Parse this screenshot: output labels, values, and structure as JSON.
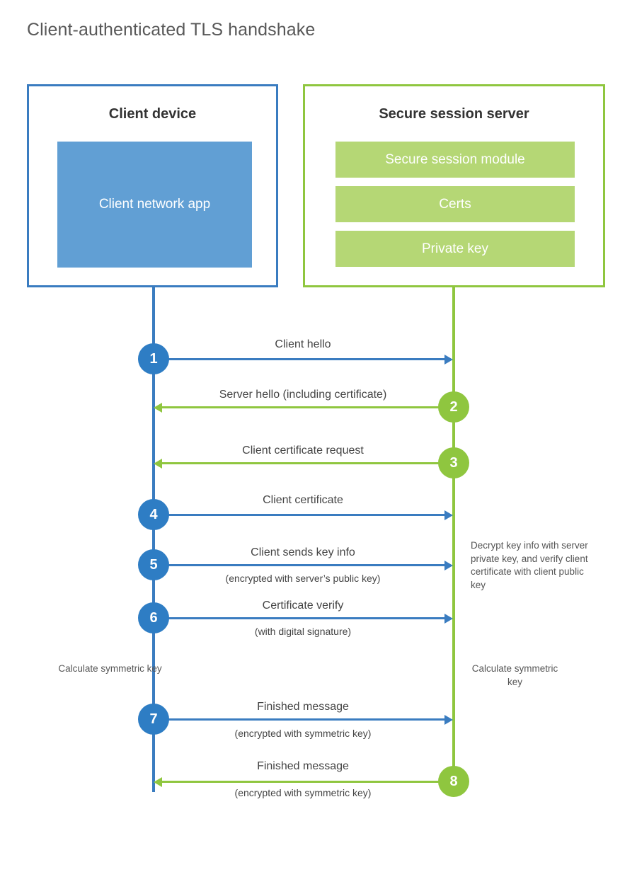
{
  "title": "Client-authenticated TLS handshake",
  "colors": {
    "client_blue": "#3a7cc0",
    "client_app_blue": "#619fd4",
    "step_blue": "#2e7dc4",
    "server_green": "#8fc63f",
    "server_module_green": "#b5d775",
    "text_dark": "#333333",
    "text_body": "#444444",
    "title_grey": "#585858"
  },
  "actors": {
    "client": {
      "title": "Client device",
      "inner_box_label": "Client network app"
    },
    "server": {
      "title": "Secure session server",
      "modules": [
        {
          "label": "Secure session module"
        },
        {
          "label": "Certs"
        },
        {
          "label": "Private key"
        }
      ]
    }
  },
  "steps": [
    {
      "number": "1",
      "label": "Client hello",
      "sublabel": "",
      "direction": "client-to-server",
      "color": "blue"
    },
    {
      "number": "2",
      "label": "Server hello (including certificate)",
      "sublabel": "",
      "direction": "server-to-client",
      "color": "green"
    },
    {
      "number": "3",
      "label": "Client certificate request",
      "sublabel": "",
      "direction": "server-to-client",
      "color": "green"
    },
    {
      "number": "4",
      "label": "Client certificate",
      "sublabel": "",
      "direction": "client-to-server",
      "color": "blue"
    },
    {
      "number": "5",
      "label": "Client sends key info",
      "sublabel": "(encrypted with server’s public key)",
      "direction": "client-to-server",
      "color": "blue"
    },
    {
      "number": "6",
      "label": "Certificate verify",
      "sublabel": "(with digital signature)",
      "direction": "client-to-server",
      "color": "blue"
    },
    {
      "number": "7",
      "label": "Finished message",
      "sublabel": "(encrypted with symmetric key)",
      "direction": "client-to-server",
      "color": "blue"
    },
    {
      "number": "8",
      "label": "Finished message",
      "sublabel": "(encrypted with symmetric key)",
      "direction": "server-to-client",
      "color": "green"
    }
  ],
  "annotations": {
    "server_decrypt_note": "Decrypt key info with server private key, and verify client certificate with client public key",
    "client_calculate_note": "Calculate symmetric key",
    "server_calculate_note": "Calculate symmetric key"
  }
}
